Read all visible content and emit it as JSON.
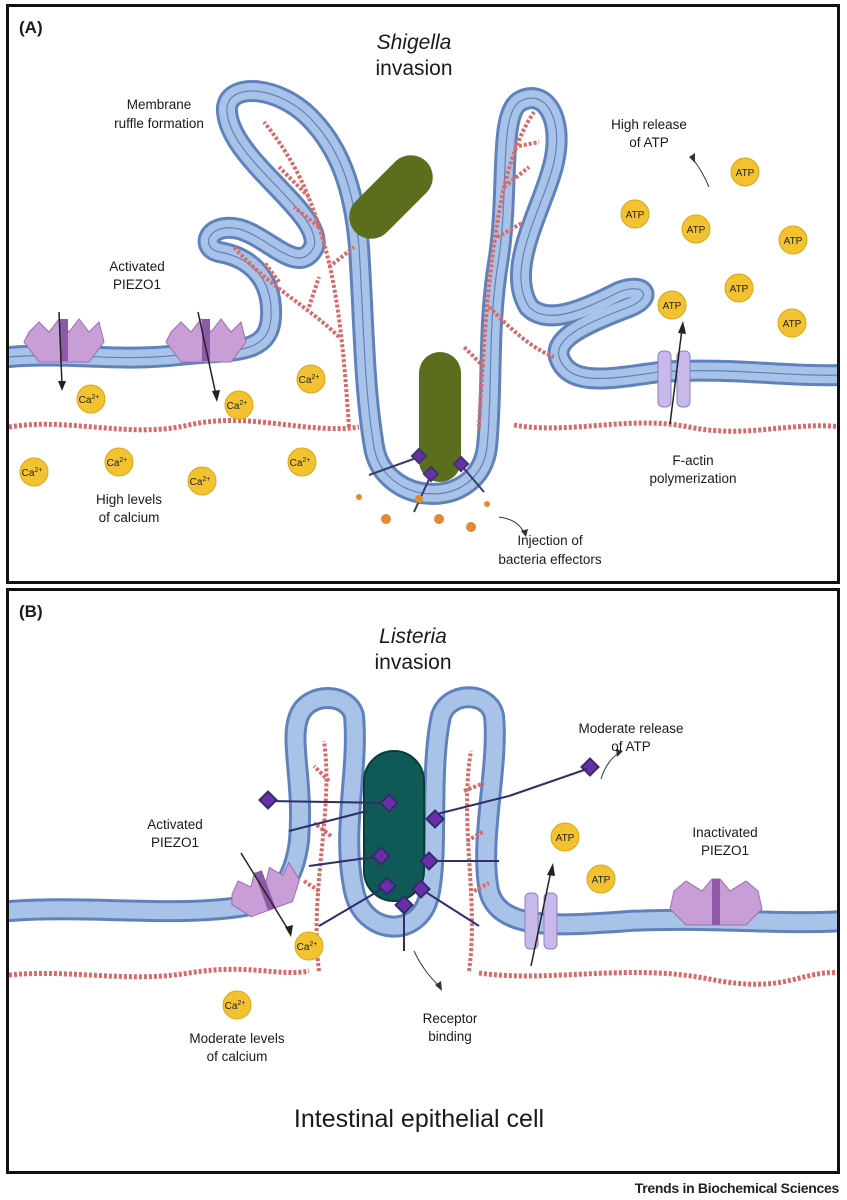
{
  "panel_a": {
    "tag": "(A)",
    "title_italic": "Shigella",
    "title_rest": "invasion",
    "ruffle_label": [
      "Membrane",
      "ruffle formation"
    ],
    "piezo_label": [
      "Activated",
      "PIEZO1"
    ],
    "calcium_label": [
      "High levels",
      "of calcium"
    ],
    "atp_label": [
      "High release",
      "of ATP"
    ],
    "factin_label": [
      "F-actin",
      "polymerization"
    ],
    "effector_label": [
      "Injection of",
      "bacteria effectors"
    ],
    "ion": "Ca",
    "ion_charge": "2+",
    "atp": "ATP"
  },
  "panel_b": {
    "tag": "(B)",
    "title_italic": "Listeria",
    "title_rest": "invasion",
    "piezo_active_label": [
      "Activated",
      "PIEZO1"
    ],
    "piezo_inactive_label": [
      "Inactivated",
      "PIEZO1"
    ],
    "atp_label": [
      "Moderate release",
      "of ATP"
    ],
    "calcium_label": [
      "Moderate levels",
      "of calcium"
    ],
    "receptor_label": [
      "Receptor",
      "binding"
    ],
    "cell_label": "Intestinal epithelial cell",
    "ion": "Ca",
    "ion_charge": "2+",
    "atp": "ATP"
  },
  "footer": "Trends in Biochemical Sciences",
  "colors": {
    "membrane": "#a9c3e8",
    "membrane_edge": "#5f82bd",
    "actin": "#d86a6a",
    "piezo": "#c79ed6",
    "shigella": "#5a6e1e",
    "listeria": "#0f5a56",
    "effector": "#e08a35",
    "receptor": "#6a2fa8",
    "atp_ball": "#f2c230"
  }
}
